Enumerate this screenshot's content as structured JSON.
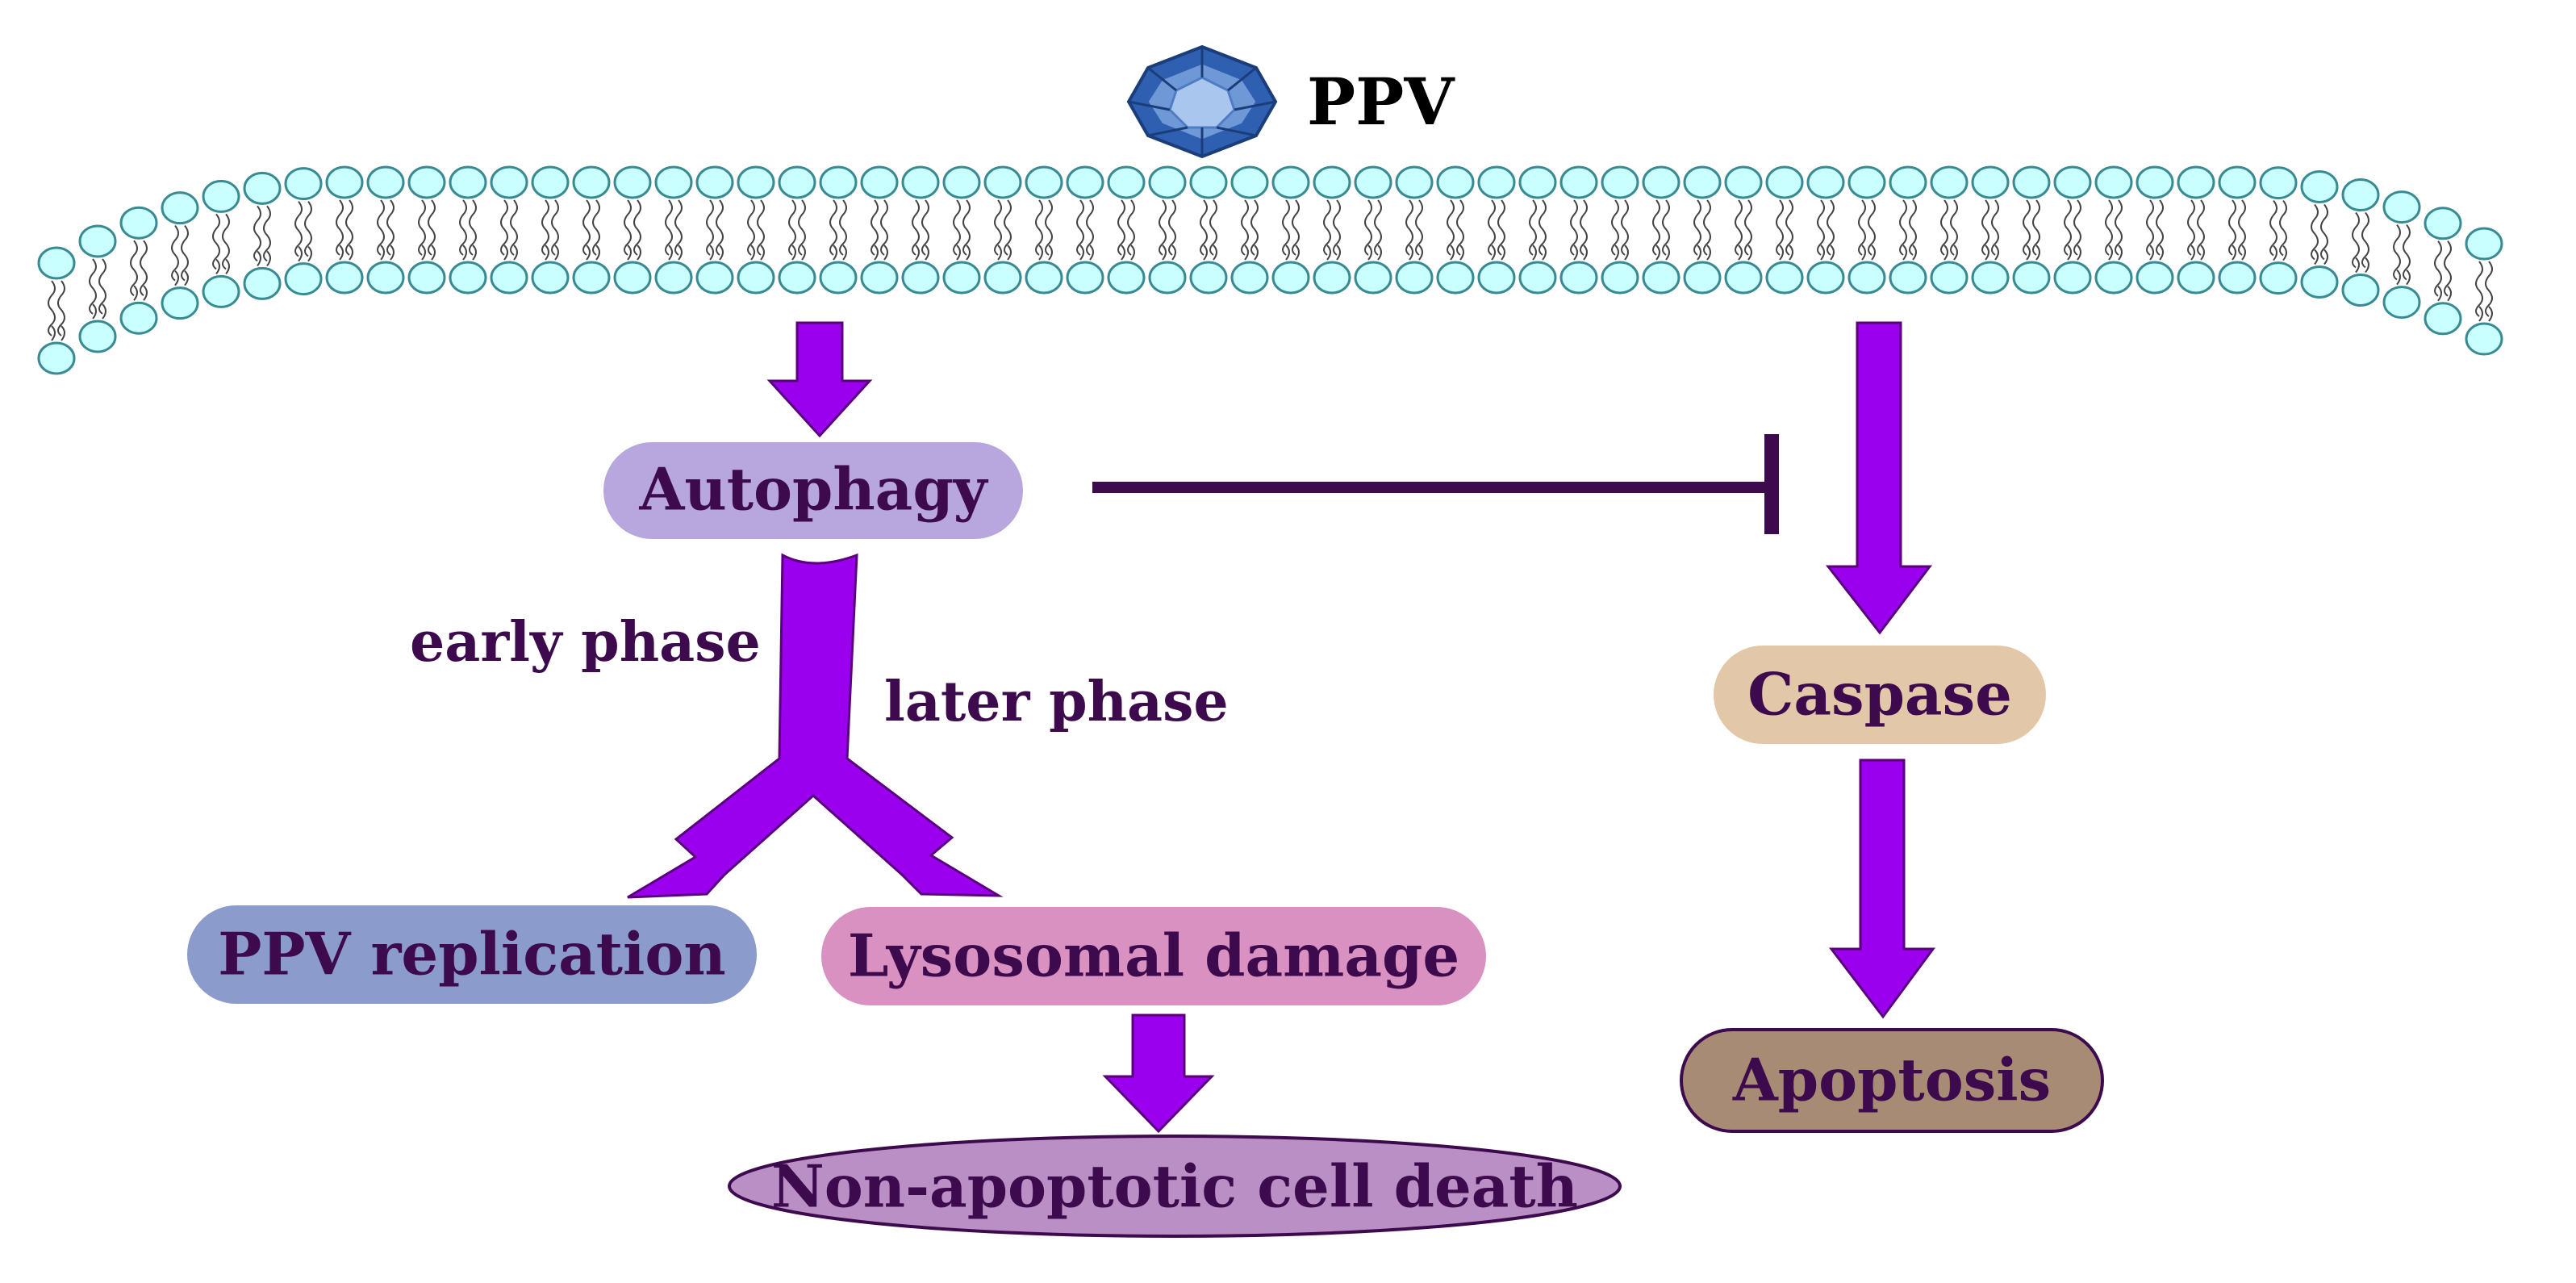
{
  "virus": {
    "label": "PPV",
    "icon": "virus-capsid-icon"
  },
  "membrane": {
    "icon": "lipid-bilayer",
    "head_color": "#C9FFFF",
    "head_stroke": "#3A8A92"
  },
  "nodes": {
    "autophagy": "Autophagy",
    "caspase": "Caspase",
    "ppv_replication": "PPV replication",
    "lysosomal_damage": "Lysosomal damage",
    "apoptosis": "Apoptosis",
    "non_apoptotic": "Non-apoptotic cell death"
  },
  "phases": {
    "early": "early phase",
    "later": "later phase"
  },
  "colors": {
    "arrow": "#9B00EE",
    "inhibition_line": "#3D0A4D",
    "text": "#3D0A4D",
    "autophagy_fill": "#B8A7DE",
    "caspase_fill": "#E2C8A8",
    "ppv_replication_fill": "#8B9BCB",
    "lysosomal_damage_fill": "#D991C2",
    "apoptosis_fill": "#A88B74",
    "non_apoptotic_fill": "#B98FC6"
  }
}
